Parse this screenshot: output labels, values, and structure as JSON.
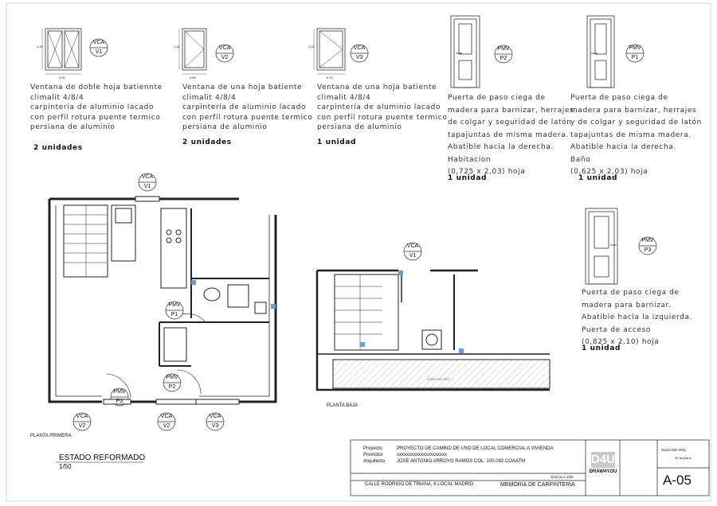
{
  "items": [
    {
      "desc": "Ventana de doble hoja batiennte\nclimalit 4/8/4\ncarpintería de aluminio lacado\ncon perfil rotura puente termico\npersiana de aluminio",
      "qty": "2 unidades",
      "code": "VCA",
      "num": "V1",
      "dim_w": "1.00",
      "dim_h": "1.10"
    },
    {
      "desc": "Ventana de una hoja batiente\nclimalit 4/8/4\ncarpintería de aluminio lacado\ncon perfil rotura puente termico\npersiana de aluminio",
      "qty": "2 unidades",
      "code": "VCA",
      "num": "V2",
      "dim_w": "0.60",
      "dim_h": "1.10"
    },
    {
      "desc": "Ventana de una hoja batiente\nclimalit 4/8/4\ncarpintería de aluminio lacado\ncon perfil rotura puente termico\npersiana de aluminio",
      "qty": "1 unidad",
      "code": "VCA",
      "num": "V3",
      "dim_w": "0.70",
      "dim_h": "1.10"
    },
    {
      "desc": "Puerta de paso ciega de\nmadera para barnizar, herrajes\nde colgar y seguridad de latón\ntapajuntas de misma madera.\nAbatible hacia la derecha.\nHabitacion\n(0,725 x 2,03) hoja",
      "qty": "1 unidad",
      "code": "PMV",
      "num": "P2"
    },
    {
      "desc": "Puerta de paso ciega de\nmadera para barnizar, herrajes\ny de colgar y seguridad de latón\ntapajuntas de misma madera.\nAbatible hacia la derecha.\nBaño\n(0,625 x 2,03) hoja",
      "qty": "1 unidad",
      "code": "PMV",
      "num": "P1"
    },
    {
      "desc": "Puerta de paso ciega de\nmadera para barnizar.\nAbatible hacia la izquierda.\nPuerta de acceso\n(0,825 x 2,10) hoja",
      "qty": "1 unidad",
      "code": "PMV",
      "num": "P3"
    }
  ],
  "plan_tags": {
    "top_vca": {
      "code": "VCA",
      "num": "V1"
    },
    "pmv_p1": {
      "code": "PMV",
      "num": "P1"
    },
    "pmv_p2": {
      "code": "PMV",
      "num": "P2"
    },
    "pmv_p3": {
      "code": "PMV",
      "num": "P3"
    },
    "bottom": [
      {
        "code": "VCA",
        "num": "V2"
      },
      {
        "code": "VCA",
        "num": "V2"
      },
      {
        "code": "VCA",
        "num": "V3"
      }
    ],
    "baja_vca": {
      "code": "VCA",
      "num": "V1"
    }
  },
  "labels": {
    "planta_primera": "PLANTA PRIMERA",
    "planta_baja": "PLANTA BAJA",
    "zona": "ZONA SIN USO",
    "estado": "ESTADO REFORMADO",
    "escala_plano": "1/50"
  },
  "title_block": {
    "proyecto_label": "Proyecto",
    "proyecto": "PROYECTO DE CAMBIO DE USO DE LOCAL COMERCIAL A VIVIENDA",
    "promotor_label": "Promotor",
    "promotor": "xxxxxxxxxxxxxxxxxxxxx",
    "arquitecto_label": "Arquitecto",
    "arquitecto": "JOSE ANTONIO ARROYO RAMOS  COL. 100.092  COAATM",
    "escala": "ESCALA 1/50",
    "direccion": "CALLE RODRIGO DE TRIANA, 6 LOCAL MADRID",
    "memoria": "MEMORIA DE CARPINTERIA",
    "logo": "D4U",
    "logo_sub": "DRAW4YOU",
    "fecha": "JULIO DE 2011",
    "plano_label": "Nº de plano",
    "sheet": "A-05"
  }
}
